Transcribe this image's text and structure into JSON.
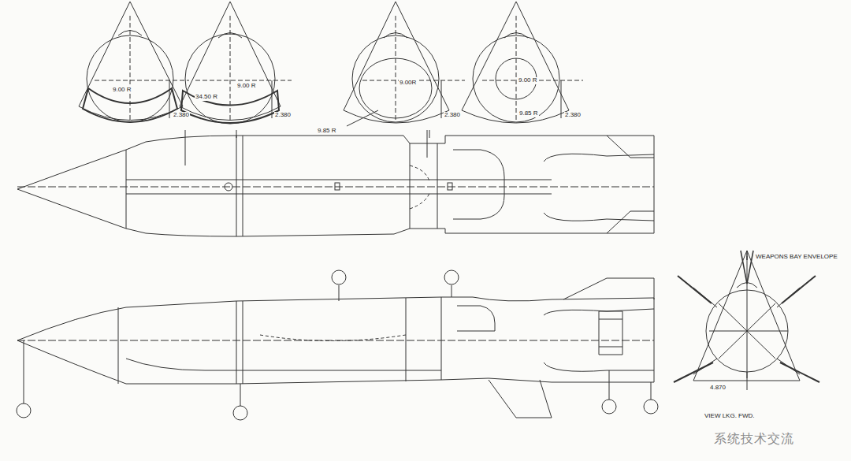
{
  "diagram": {
    "labels": [
      "9.00 R",
      "2.380",
      "34.50 R",
      "9.00 R",
      "2.380",
      "9.00R",
      "2.380",
      "9.85 R",
      "9.00 R",
      "2.380",
      "9.85 R",
      "WEAPONS BAY ENVELOPE",
      "4.870",
      "VIEW LKG. FWD.",
      "系统技术交流"
    ]
  }
}
